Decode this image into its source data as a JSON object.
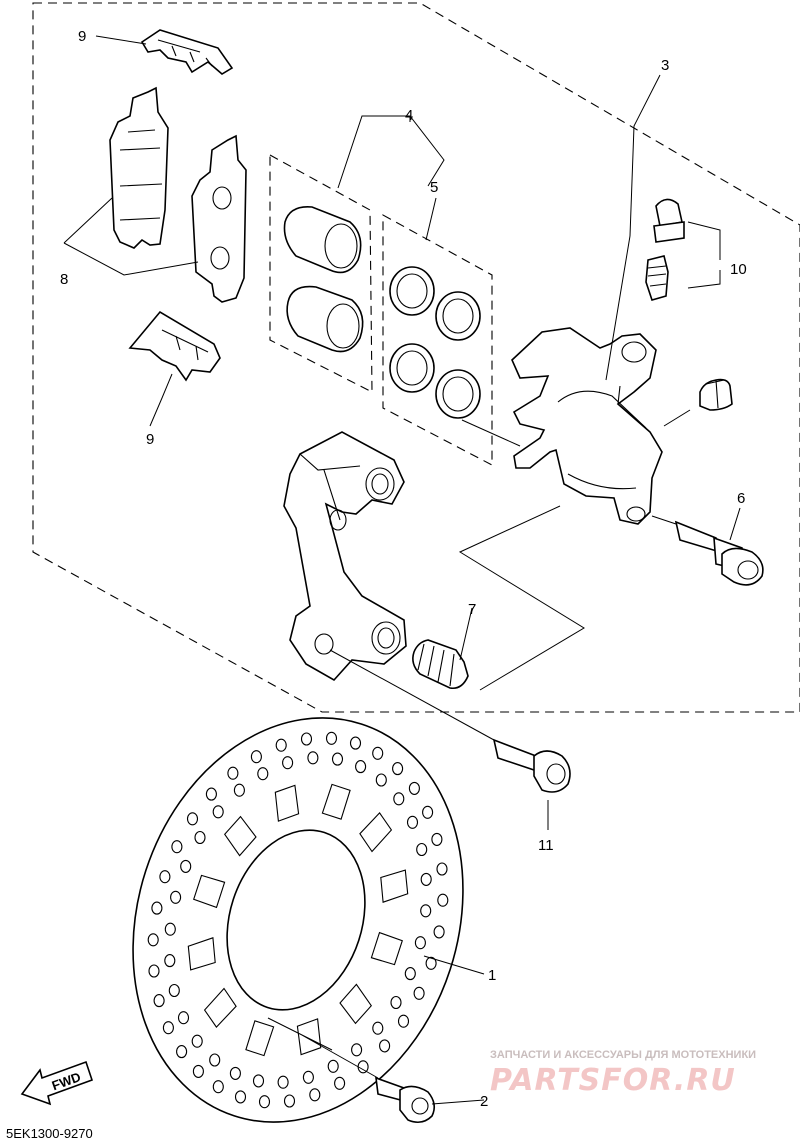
{
  "callouts": [
    {
      "id": "1",
      "label": "1"
    },
    {
      "id": "2",
      "label": "2"
    },
    {
      "id": "3",
      "label": "3"
    },
    {
      "id": "4",
      "label": "4"
    },
    {
      "id": "5",
      "label": "5"
    },
    {
      "id": "6",
      "label": "6"
    },
    {
      "id": "7",
      "label": "7"
    },
    {
      "id": "8",
      "label": "8"
    },
    {
      "id": "9a",
      "label": "9"
    },
    {
      "id": "9b",
      "label": "9"
    },
    {
      "id": "10",
      "label": "10"
    },
    {
      "id": "11",
      "label": "11"
    }
  ],
  "fwd_label": "FWD",
  "diagram_code": "5EK1300-9270",
  "watermark": {
    "tagline": "ЗАПЧАСТИ И АКСЕССУАРЫ ДЛЯ МОТОТЕХНИКИ",
    "brand": "PARTSFOR.RU"
  },
  "colors": {
    "line": "#000000",
    "watermark_brand": "#f3c6c6",
    "watermark_tagline": "#c9bdbd"
  }
}
